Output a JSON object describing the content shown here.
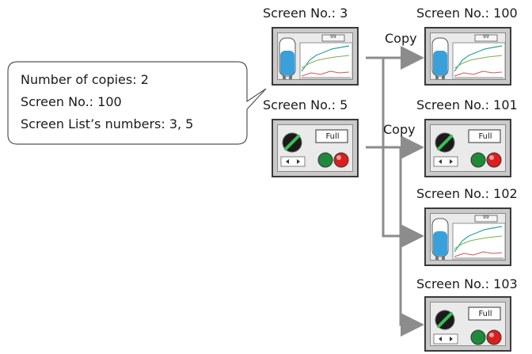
{
  "callout": {
    "line1": "Number of copies: 2",
    "line2": "Screen No.: 100",
    "line3": "Screen List’s numbers: 3,  5"
  },
  "source_screens": [
    {
      "label": "Screen No.: 3",
      "kind": "tank-chart"
    },
    {
      "label": "Screen No.: 5",
      "kind": "switch-panel"
    }
  ],
  "copy_labels": [
    "Copy",
    "Copy"
  ],
  "target_screens": [
    {
      "label": "Screen No.: 100",
      "kind": "tank-chart"
    },
    {
      "label": "Screen No.: 101",
      "kind": "switch-panel"
    },
    {
      "label": "Screen No.: 102",
      "kind": "tank-chart"
    },
    {
      "label": "Screen No.: 103",
      "kind": "switch-panel"
    }
  ],
  "widgets": {
    "tank_value": "99",
    "lamp_text": "Full"
  },
  "colors": {
    "arrow": "#8c8c8c",
    "tank_liquid": "#3aa0dc",
    "green_lamp": "#1f8a3a",
    "red_lamp": "#d92020"
  }
}
